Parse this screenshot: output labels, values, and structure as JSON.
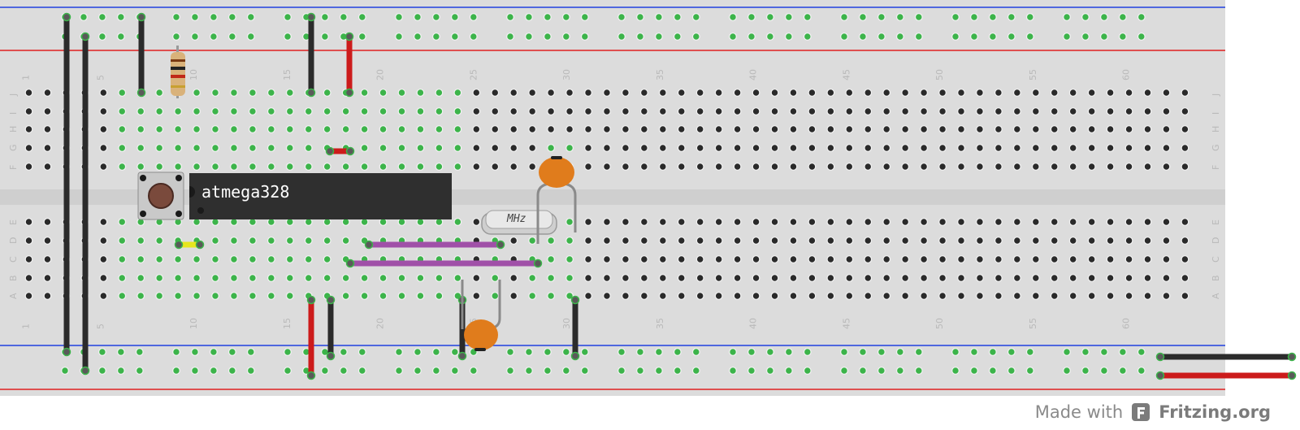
{
  "diagram": {
    "chip_label": "atmega328",
    "crystal_label": "MHz",
    "row_labels_top": [
      "J",
      "I",
      "H",
      "G",
      "F"
    ],
    "row_labels_bottom": [
      "E",
      "D",
      "C",
      "B",
      "A"
    ],
    "column_labels": [
      "1",
      "5",
      "10",
      "15",
      "20",
      "25",
      "30",
      "35",
      "40",
      "45",
      "50",
      "55",
      "60"
    ]
  },
  "footer": {
    "made_with": "Made with",
    "brand": "Fritzing.org"
  },
  "colors": {
    "board": "#dcdcdc",
    "rail_red": "#e02020",
    "rail_blue": "#2040e0",
    "wire_black": "#2b2b2b",
    "wire_red": "#cc1b1b",
    "wire_purple": "#a050a8",
    "wire_yellow": "#e6e61e",
    "capacitor": "#e07c1c",
    "hole_green": "#3cb44a"
  }
}
